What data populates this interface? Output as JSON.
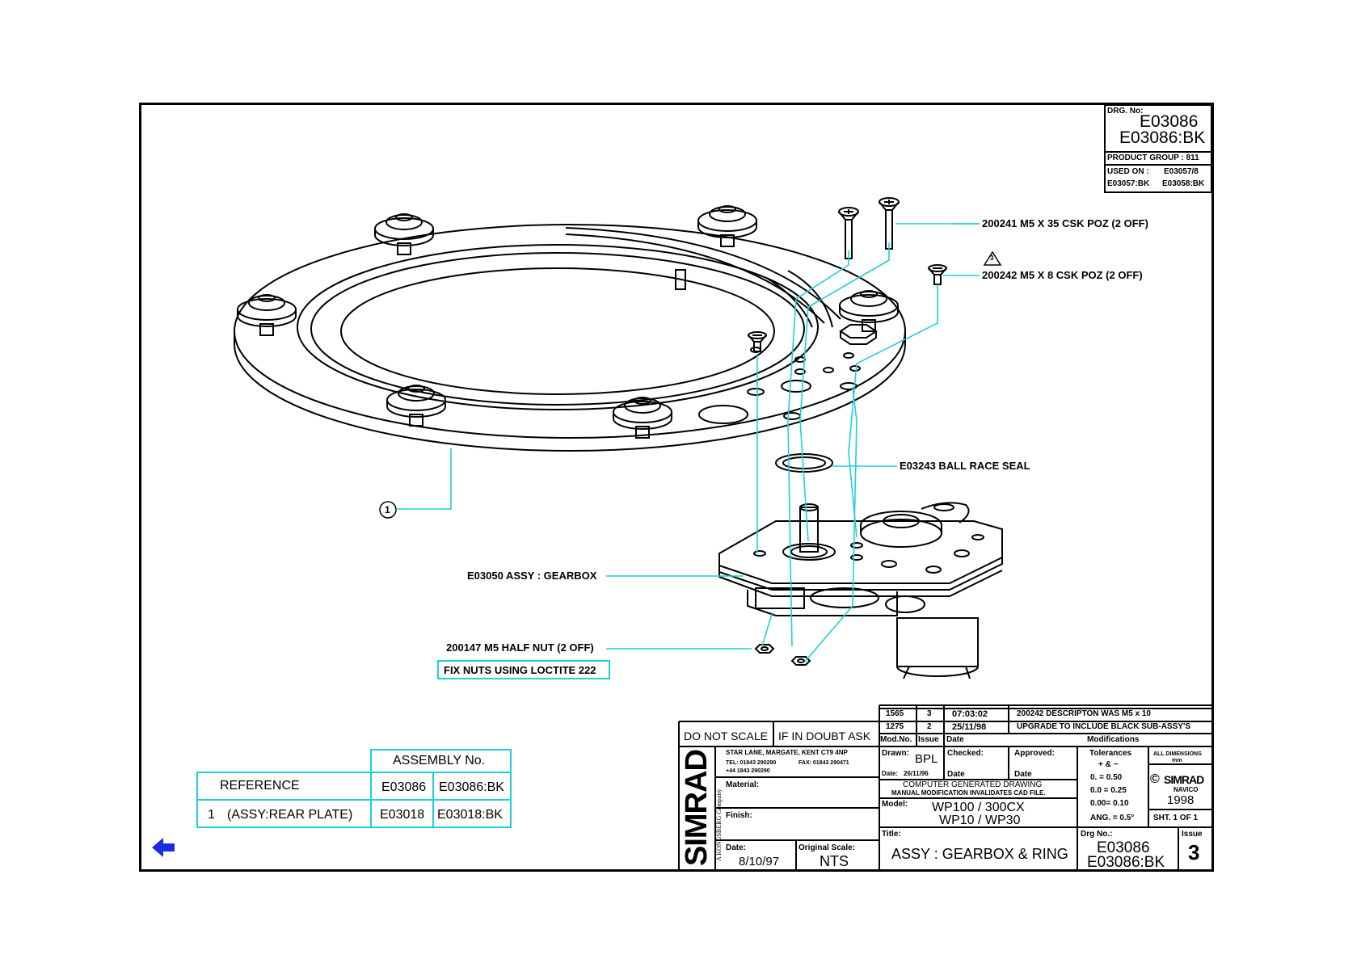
{
  "title_block_top": {
    "drg_no_label": "DRG. No:",
    "drg_no_1": "E03086",
    "drg_no_2": "E03086:BK",
    "product_group": "PRODUCT GROUP : 811",
    "used_on_label": "USED ON :",
    "used_on_1": "E03057/8",
    "used_on_2": "E03057:BK",
    "used_on_3": "E03058:BK"
  },
  "callouts": {
    "screw_long": "200241 M5 X 35 CSK POZ (2 OFF)",
    "issue_marker": "3",
    "screw_short": "200242 M5 X 8 CSK POZ (2 OFF)",
    "seal": "E03243 BALL RACE SEAL",
    "item_marker": "1",
    "gearbox": "E03050 ASSY : GEARBOX",
    "half_nut": "200147 M5 HALF NUT (2 OFF)",
    "loctite": "FIX NUTS USING LOCTITE 222"
  },
  "assembly_table": {
    "header": "ASSEMBLY No.",
    "reference_label": "REFERENCE",
    "col1": "E03086",
    "col2": "E03086:BK",
    "row_item": "1",
    "row_desc": "(ASSY:REAR PLATE)",
    "row_col1": "E03018",
    "row_col2": "E03018:BK"
  },
  "modifications": {
    "rows": [
      {
        "mod": "1565",
        "issue": "3",
        "date": "07:03:02",
        "desc": "200242 DESCRIPTON WAS M5 x 10"
      },
      {
        "mod": "1275",
        "issue": "2",
        "date": "25/11/98",
        "desc": "UPGRADE TO INCLUDE BLACK SUB-ASSY'S"
      }
    ],
    "h_mod": "Mod.No.",
    "h_issue": "Issue",
    "h_date": "Date",
    "h_title": "Modifications"
  },
  "title_block": {
    "do_not_scale": "DO NOT SCALE",
    "if_in_doubt": "IF IN DOUBT ASK",
    "company": "SIMRAD",
    "company_sub": "A KONGSBERG Company",
    "address": "STAR LANE, MARGATE, KENT CT9 4NP",
    "tel": "TEL: 01843 290290",
    "fax": "FAX: 01843 290471",
    "tel2": "+44 1843 290290",
    "drawn_label": "Drawn:",
    "drawn_value": "BPL",
    "drawn_date_label": "Date:",
    "drawn_date": "26/11/96",
    "checked_label": "Checked:",
    "checked_date_label": "Date",
    "approved_label": "Approved:",
    "approved_date_label": "Date",
    "material_label": "Material:",
    "finish_label": "Finish:",
    "cad_note_1": "COMPUTER GENERATED DRAWING",
    "cad_note_2": "MANUAL MODIFICATION INVALIDATES CAD FILE.",
    "model_label": "Model:",
    "model_1": "WP100 / 300CX",
    "model_2": "WP10 / WP30",
    "tolerances_label": "Tolerances",
    "tol_sign": "+ & −",
    "tol_1": "0.   = 0.50",
    "tol_2": "0.0  = 0.25",
    "tol_3": "0.00= 0.10",
    "tol_4": "ANG.  = 0.5°",
    "all_dims": "ALL DIMENSIONS",
    "all_dims_unit": "mm",
    "copyright": "©",
    "brand": "SIMRAD",
    "navico": "NAVICO",
    "year": "1998",
    "sheet": "SHT. 1 OF 1",
    "date_label": "Date:",
    "date_value": "8/10/97",
    "scale_label": "Original Scale:",
    "scale_value": "NTS",
    "title_label": "Title:",
    "title_value": "ASSY : GEARBOX & RING",
    "drg_label": "Drg No.:",
    "drg_1": "E03086",
    "drg_2": "E03086:BK",
    "issue_label": "Issue",
    "issue_value": "3"
  },
  "colors": {
    "leader": "#1fd0d8",
    "nav_arrow": "#1a2ee0"
  },
  "icons": {
    "nav": "arrow-left-icon"
  }
}
